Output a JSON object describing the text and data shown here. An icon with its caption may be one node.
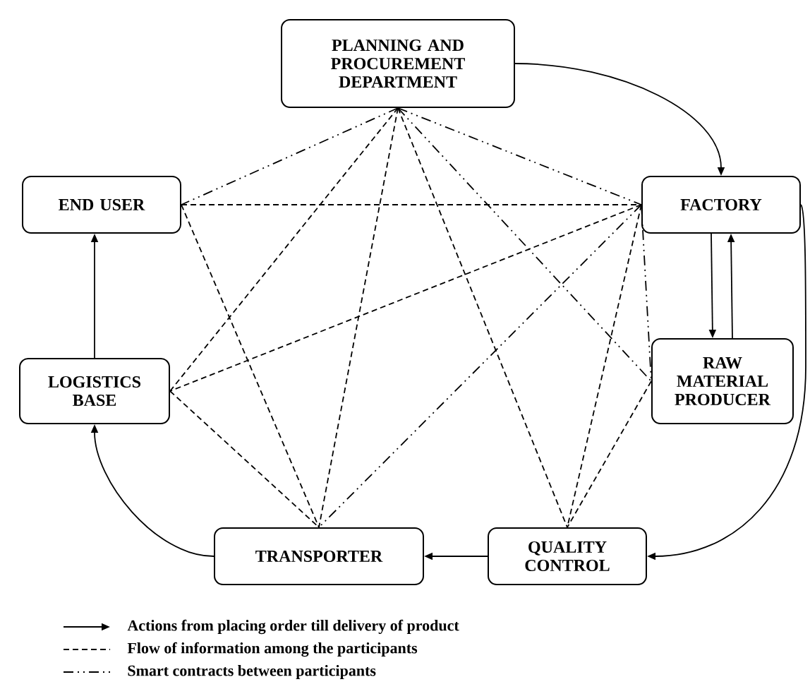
{
  "diagram": {
    "nodes": [
      {
        "text": [
          "PLANNING AND PROCUREMENT DEPARTMENT"
        ]
      },
      {
        "text": [
          "END USER"
        ]
      },
      {
        "text": [
          "FACTORY"
        ]
      },
      {
        "text": [
          "RAW MATERIAL PRODUCER"
        ]
      },
      {
        "text": [
          "LOGISTICS BASE"
        ]
      },
      {
        "text": [
          "TRANSPORTER"
        ]
      },
      {
        "text": [
          "QUALITY CONTROL"
        ]
      }
    ],
    "edges": [
      {
        "from": 0,
        "to": 2,
        "arrow": "to"
      },
      {
        "from": 2,
        "to": 3,
        "arrow": "to"
      },
      {
        "from": 3,
        "to": 2,
        "arrow": "to"
      },
      {
        "from": 2,
        "to": 6,
        "arrow": "to"
      },
      {
        "from": 6,
        "to": 5,
        "arrow": "to"
      },
      {
        "from": 5,
        "to": 4,
        "arrow": "to"
      },
      {
        "from": 4,
        "to": 1,
        "arrow": "to"
      },
      {
        "from": 1,
        "to": 2,
        "arrow": "none",
        "style": "dashed"
      },
      {
        "from": 0,
        "to": 4,
        "arrow": "none",
        "style": "dashed"
      },
      {
        "from": 0,
        "to": 5,
        "arrow": "none",
        "style": "dashed"
      },
      {
        "from": 0,
        "to": 6,
        "arrow": "none",
        "style": "dashed"
      },
      {
        "from": 1,
        "to": 5,
        "arrow": "none",
        "style": "dashed"
      },
      {
        "from": 2,
        "to": 4,
        "arrow": "none",
        "style": "dashed"
      },
      {
        "from": 2,
        "to": 6,
        "arrow": "none",
        "style": "dashed"
      },
      {
        "from": 4,
        "to": 5,
        "arrow": "none",
        "style": "dashed"
      },
      {
        "from": 3,
        "to": 6,
        "arrow": "none",
        "style": "dashed"
      },
      {
        "from": 0,
        "to": 1,
        "arrow": "none",
        "style": "dashed"
      },
      {
        "from": 0,
        "to": 2,
        "arrow": "none",
        "style": "dashed"
      },
      {
        "from": 0,
        "to": 3,
        "arrow": "none",
        "style": "dashed"
      },
      {
        "from": 2,
        "to": 5,
        "arrow": "none",
        "style": "dashed"
      },
      {
        "from": 2,
        "to": 3,
        "arrow": "none",
        "style": "dashed"
      }
    ],
    "legend": [
      {
        "text": "Actions from placing order till delivery of product"
      },
      {
        "text": "Flow of information among the participants"
      },
      {
        "text": "Smart contracts between participants"
      }
    ]
  }
}
